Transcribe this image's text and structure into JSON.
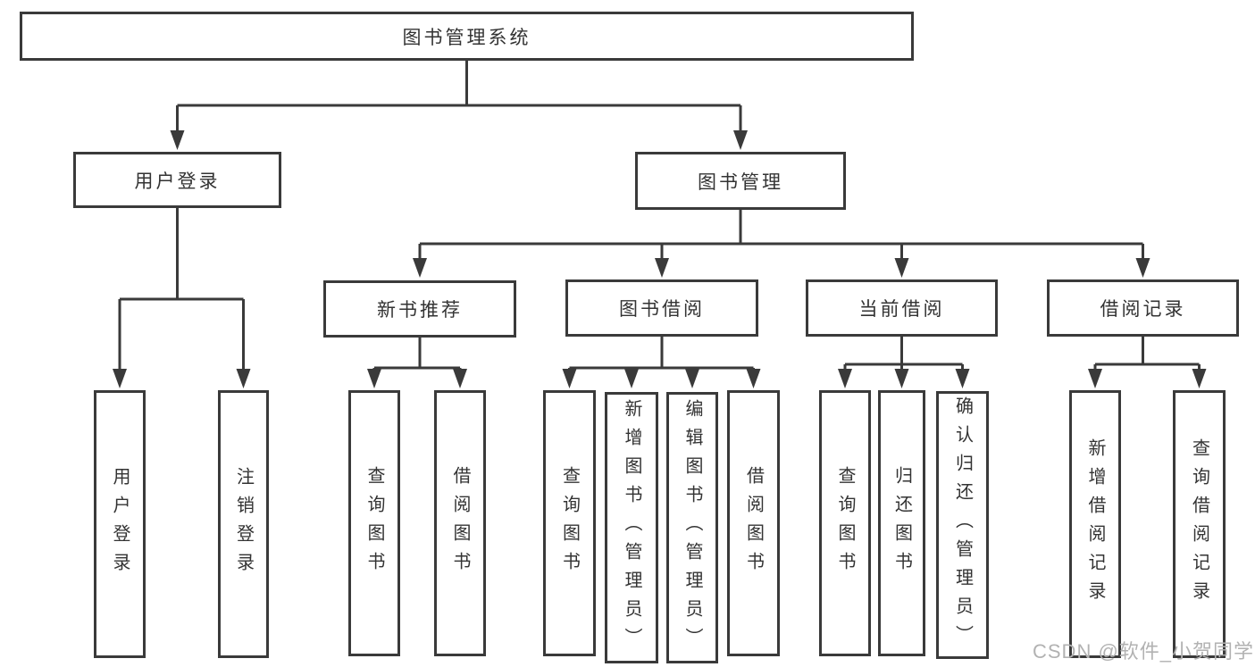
{
  "diagram": {
    "title": "图书管理系统",
    "type": "hierarchy-tree",
    "tree": {
      "label": "图书管理系统",
      "children": [
        {
          "label": "用户登录",
          "children": [
            {
              "label": "用户登录"
            },
            {
              "label": "注销登录"
            }
          ]
        },
        {
          "label": "图书管理",
          "children": [
            {
              "label": "新书推荐",
              "children": [
                {
                  "label": "查询图书"
                },
                {
                  "label": "借阅图书"
                }
              ]
            },
            {
              "label": "图书借阅",
              "children": [
                {
                  "label": "查询图书"
                },
                {
                  "label": "新增图书（管理员）"
                },
                {
                  "label": "编辑图书（管理员）"
                },
                {
                  "label": "借阅图书"
                }
              ]
            },
            {
              "label": "当前借阅",
              "children": [
                {
                  "label": "查询图书"
                },
                {
                  "label": "归还图书"
                },
                {
                  "label": "确认归还（管理员）"
                }
              ]
            },
            {
              "label": "借阅记录",
              "children": [
                {
                  "label": "新增借阅记录"
                },
                {
                  "label": "查询借阅记录"
                }
              ]
            }
          ]
        }
      ]
    }
  },
  "watermark": {
    "text": "CSDN @软件_小贺同学"
  },
  "colors": {
    "line": "#3a3a3a",
    "text": "#333333",
    "watermark": "#b2b2b2",
    "background": "#ffffff"
  }
}
